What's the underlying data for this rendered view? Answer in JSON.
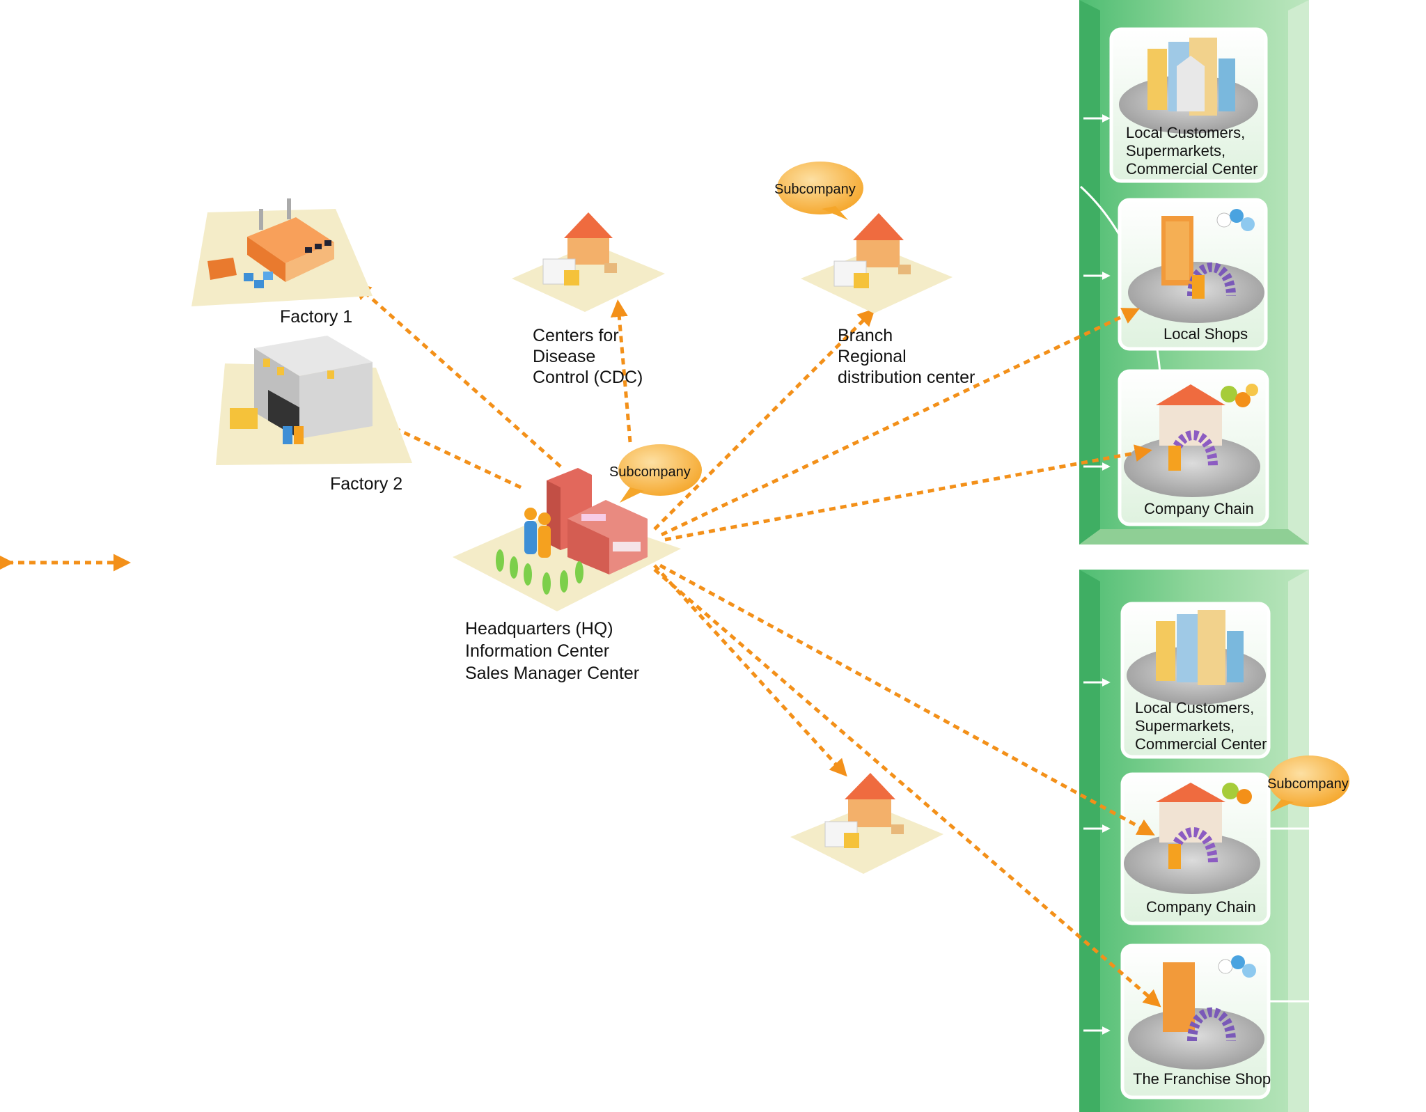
{
  "nodes": {
    "factory1": {
      "label": "Factory  1"
    },
    "factory2": {
      "label": "Factory  2"
    },
    "cdc": {
      "lines": [
        "Centers for",
        "Disease",
        "Control (CDC)"
      ]
    },
    "branch": {
      "lines": [
        "Branch",
        "Regional",
        "distribution center"
      ]
    },
    "hq": {
      "lines": [
        "Headquarters (HQ)",
        "Information Center",
        "Sales Manager Center"
      ]
    }
  },
  "bubbles": {
    "subcompany": "Subcompany"
  },
  "panel_top": {
    "cards": [
      {
        "lines": [
          "Local Customers,",
          "Supermarkets,",
          "Commercial Center"
        ]
      },
      {
        "lines": [
          "Local Shops"
        ]
      },
      {
        "lines": [
          "Company Chain"
        ]
      }
    ]
  },
  "panel_bottom": {
    "cards": [
      {
        "lines": [
          "Local Customers,",
          "Supermarkets,",
          "Commercial Center"
        ]
      },
      {
        "lines": [
          "Company Chain"
        ]
      },
      {
        "lines": [
          "The Franchise Shop"
        ]
      }
    ]
  },
  "colors": {
    "flow": "#f39019",
    "panel": "#5cc57f",
    "bubble": "#f9b548",
    "building": "#e2685c"
  }
}
